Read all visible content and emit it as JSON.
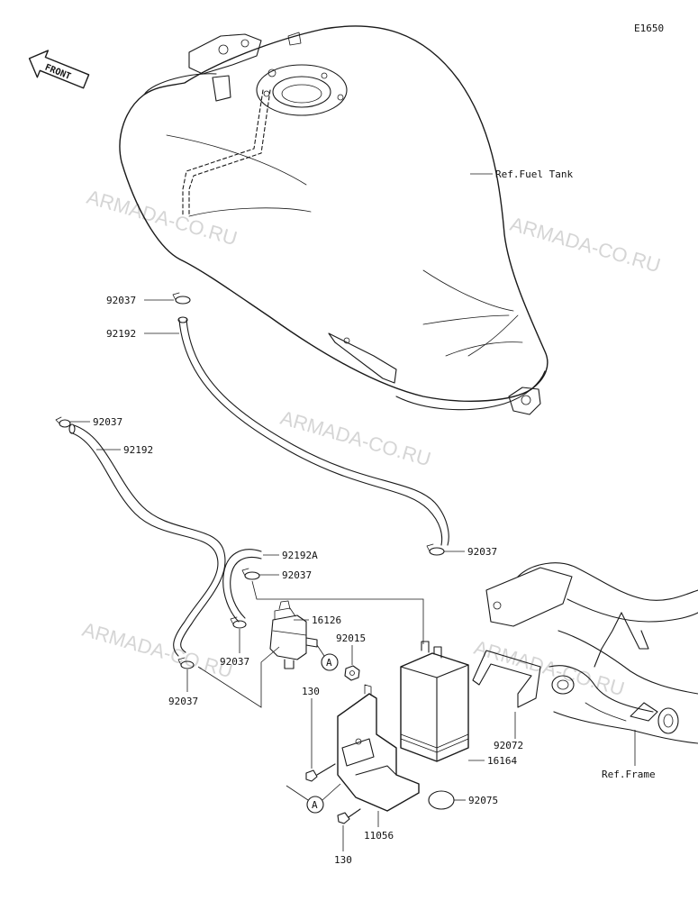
{
  "diagram_code": "E1650",
  "front_label": "FRONT",
  "watermark": "ARMADA-CO.RU",
  "refs": {
    "fuel_tank": "Ref.Fuel Tank",
    "frame": "Ref.Frame"
  },
  "callouts": {
    "clamp_top": "92037",
    "hose_top": "92192",
    "clamp_left": "92037",
    "hose_left": "92192",
    "hose_a": "92192A",
    "clamp_mid": "92037",
    "clamp_right": "92037",
    "valve": "16126",
    "nut": "92015",
    "clamp_valve": "92037",
    "clamp_bottom_left": "92037",
    "bolt_upper": "130",
    "bracket_canister": "92072",
    "canister": "16164",
    "cap": "92075",
    "bracket": "11056",
    "bolt_lower": "130"
  },
  "ref_marker": "A"
}
